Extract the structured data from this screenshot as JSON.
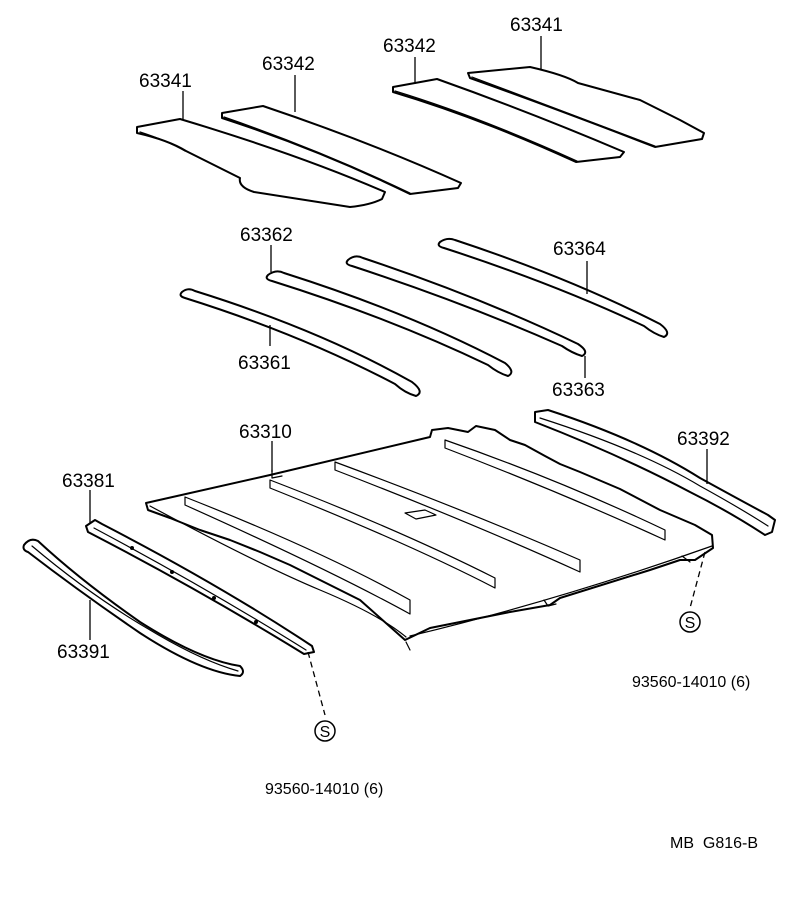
{
  "labels": {
    "pad_rear_left": "63341",
    "pad_rear_right": "63342",
    "pad_front_left": "63342",
    "pad_front_right": "63341",
    "strip_63361": "63361",
    "strip_63362": "63362",
    "strip_63363": "63363",
    "strip_63364": "63364",
    "headliner": "63310",
    "rail_63381": "63381",
    "rail_63391": "63391",
    "rail_63392": "63392",
    "screw_left_part": "93560-14010 (6)",
    "screw_right_part": "93560-14010 (6)",
    "screw_symbol": "S",
    "diagram_code": "MB  G816-B"
  }
}
